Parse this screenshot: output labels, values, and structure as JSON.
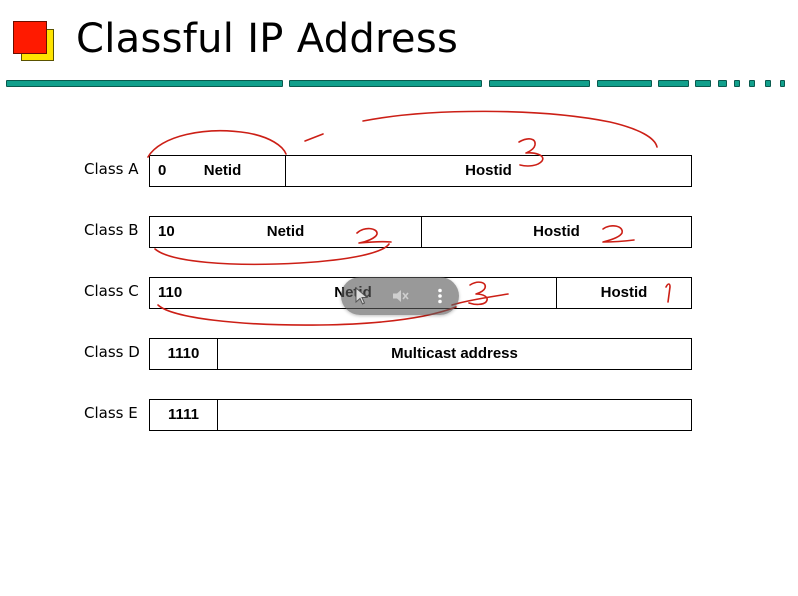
{
  "slide": {
    "title": "Classful IP Address",
    "logo_icon": "stacked-squares-icon",
    "accent_color": "#11a08c"
  },
  "classes": [
    {
      "label": "Class A",
      "fields": [
        "0",
        "Netid",
        "Hostid"
      ]
    },
    {
      "label": "Class B",
      "fields": [
        "10",
        "Netid",
        "Hostid"
      ]
    },
    {
      "label": "Class C",
      "fields": [
        "110",
        "Netid",
        "Hostid"
      ]
    },
    {
      "label": "Class D",
      "fields": [
        "1110",
        "Multicast address"
      ]
    },
    {
      "label": "Class E",
      "fields": [
        "1111",
        ""
      ]
    }
  ],
  "pen_toolbar": {
    "icons": [
      "pointer-icon",
      "mute-icon",
      "more-options-icon"
    ]
  },
  "ink_color": "#cc1f16"
}
